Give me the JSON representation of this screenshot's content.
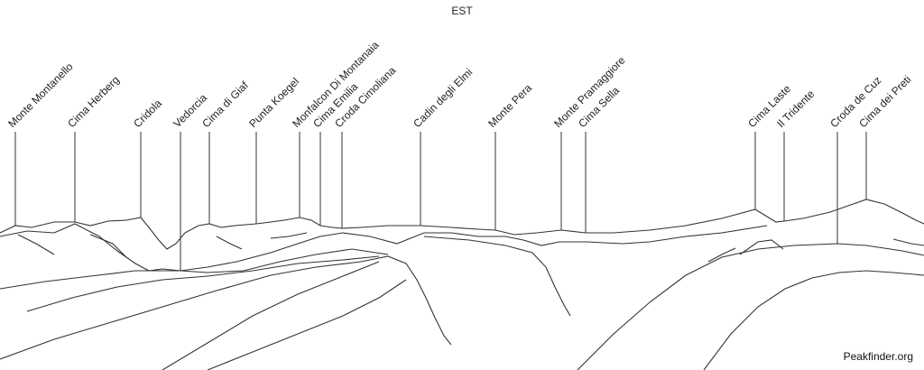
{
  "header": {
    "direction": "EST"
  },
  "footer": {
    "brand": "Peakfinder.org"
  },
  "peaks": [
    {
      "name": "Monte Montanello"
    },
    {
      "name": "Cima Herberg"
    },
    {
      "name": "Cridola"
    },
    {
      "name": "Vedorcia"
    },
    {
      "name": "Cima di Giaf"
    },
    {
      "name": "Punta Koegel"
    },
    {
      "name": "Monfalcon Di Montanaia"
    },
    {
      "name": "Cima Emilia"
    },
    {
      "name": "Croda Cimoliana"
    },
    {
      "name": "Cadin degli Elmi"
    },
    {
      "name": "Monte Pera"
    },
    {
      "name": "Monte Pramaggiore"
    },
    {
      "name": "Cima Sella"
    },
    {
      "name": "Cima Laste"
    },
    {
      "name": "Il Tridente"
    },
    {
      "name": "Croda de Cuz"
    },
    {
      "name": "Cima dei Preti"
    }
  ]
}
